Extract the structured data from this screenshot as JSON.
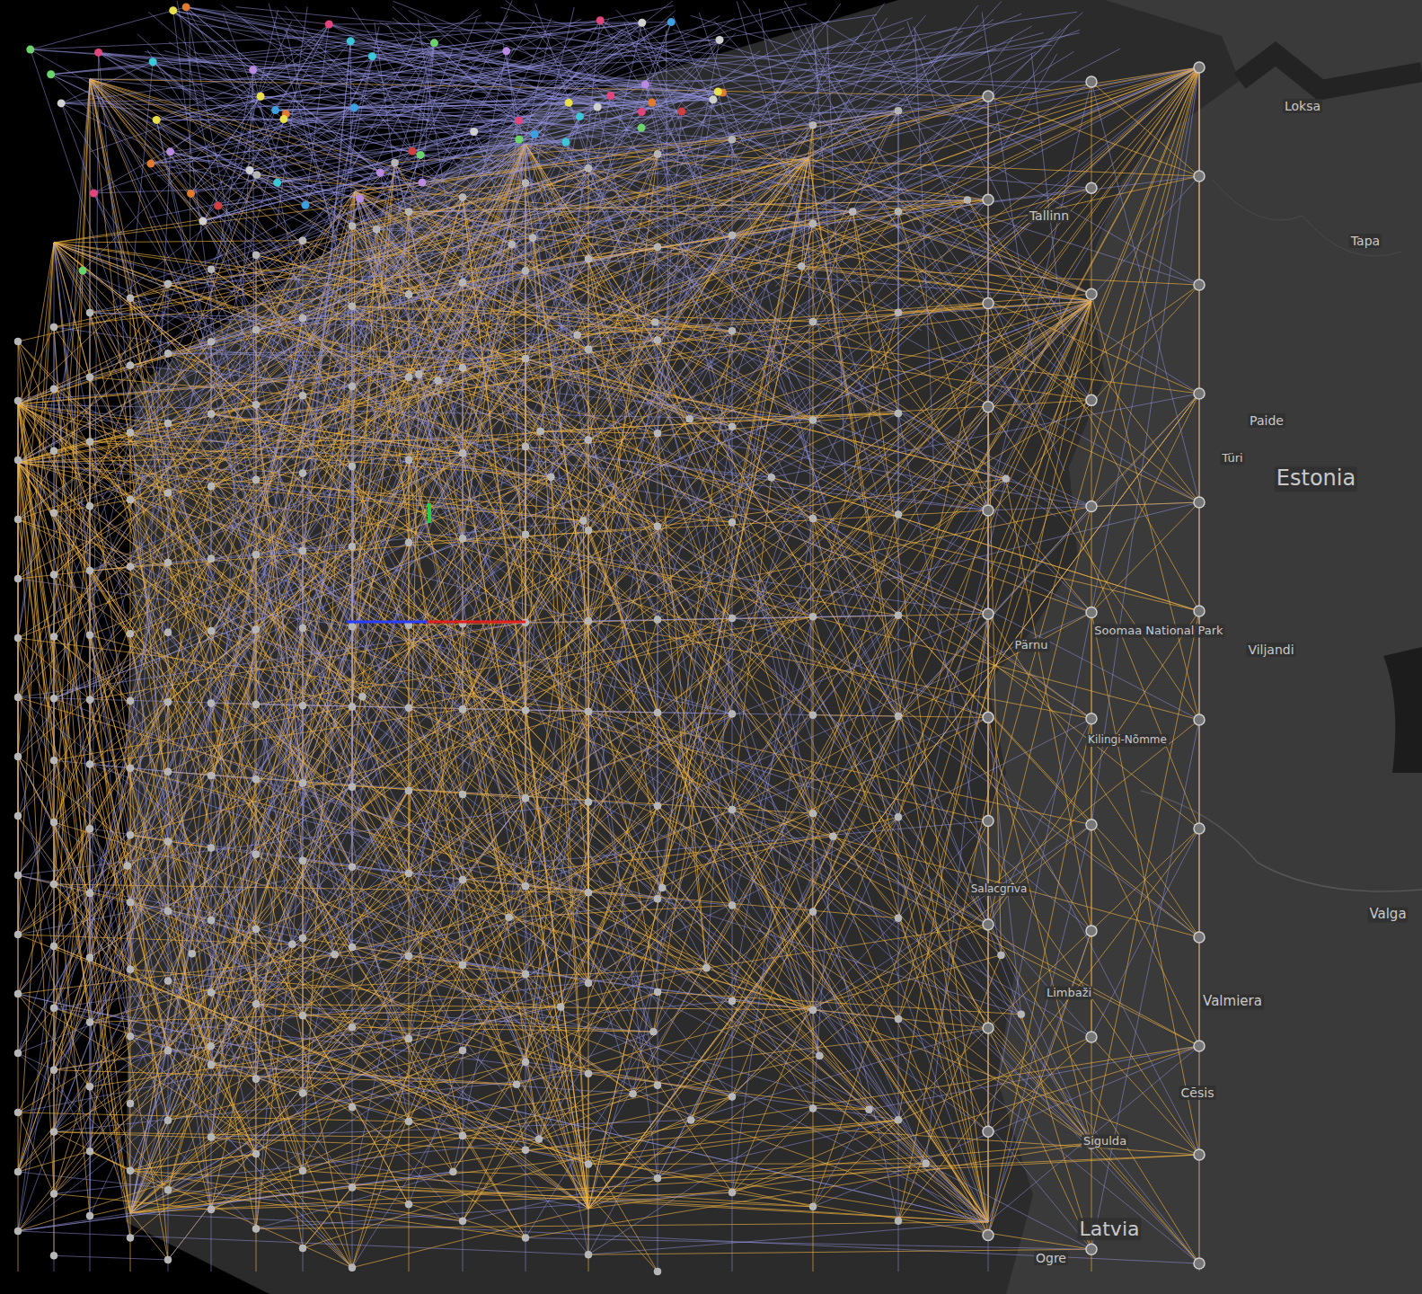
{
  "diagram": {
    "labels": [
      "Loksa",
      "Tapa",
      "Tallinn",
      "Paide",
      "Türi",
      "Estonia",
      "Viljandi",
      "Soomaa National Park",
      "Pärnu",
      "Kilingi-Nõmme",
      "Salacgrīva",
      "Limbaži",
      "Valga",
      "Valmiera",
      "Cēsis",
      "Sigulda",
      "Latvia",
      "Ogre"
    ]
  }
}
